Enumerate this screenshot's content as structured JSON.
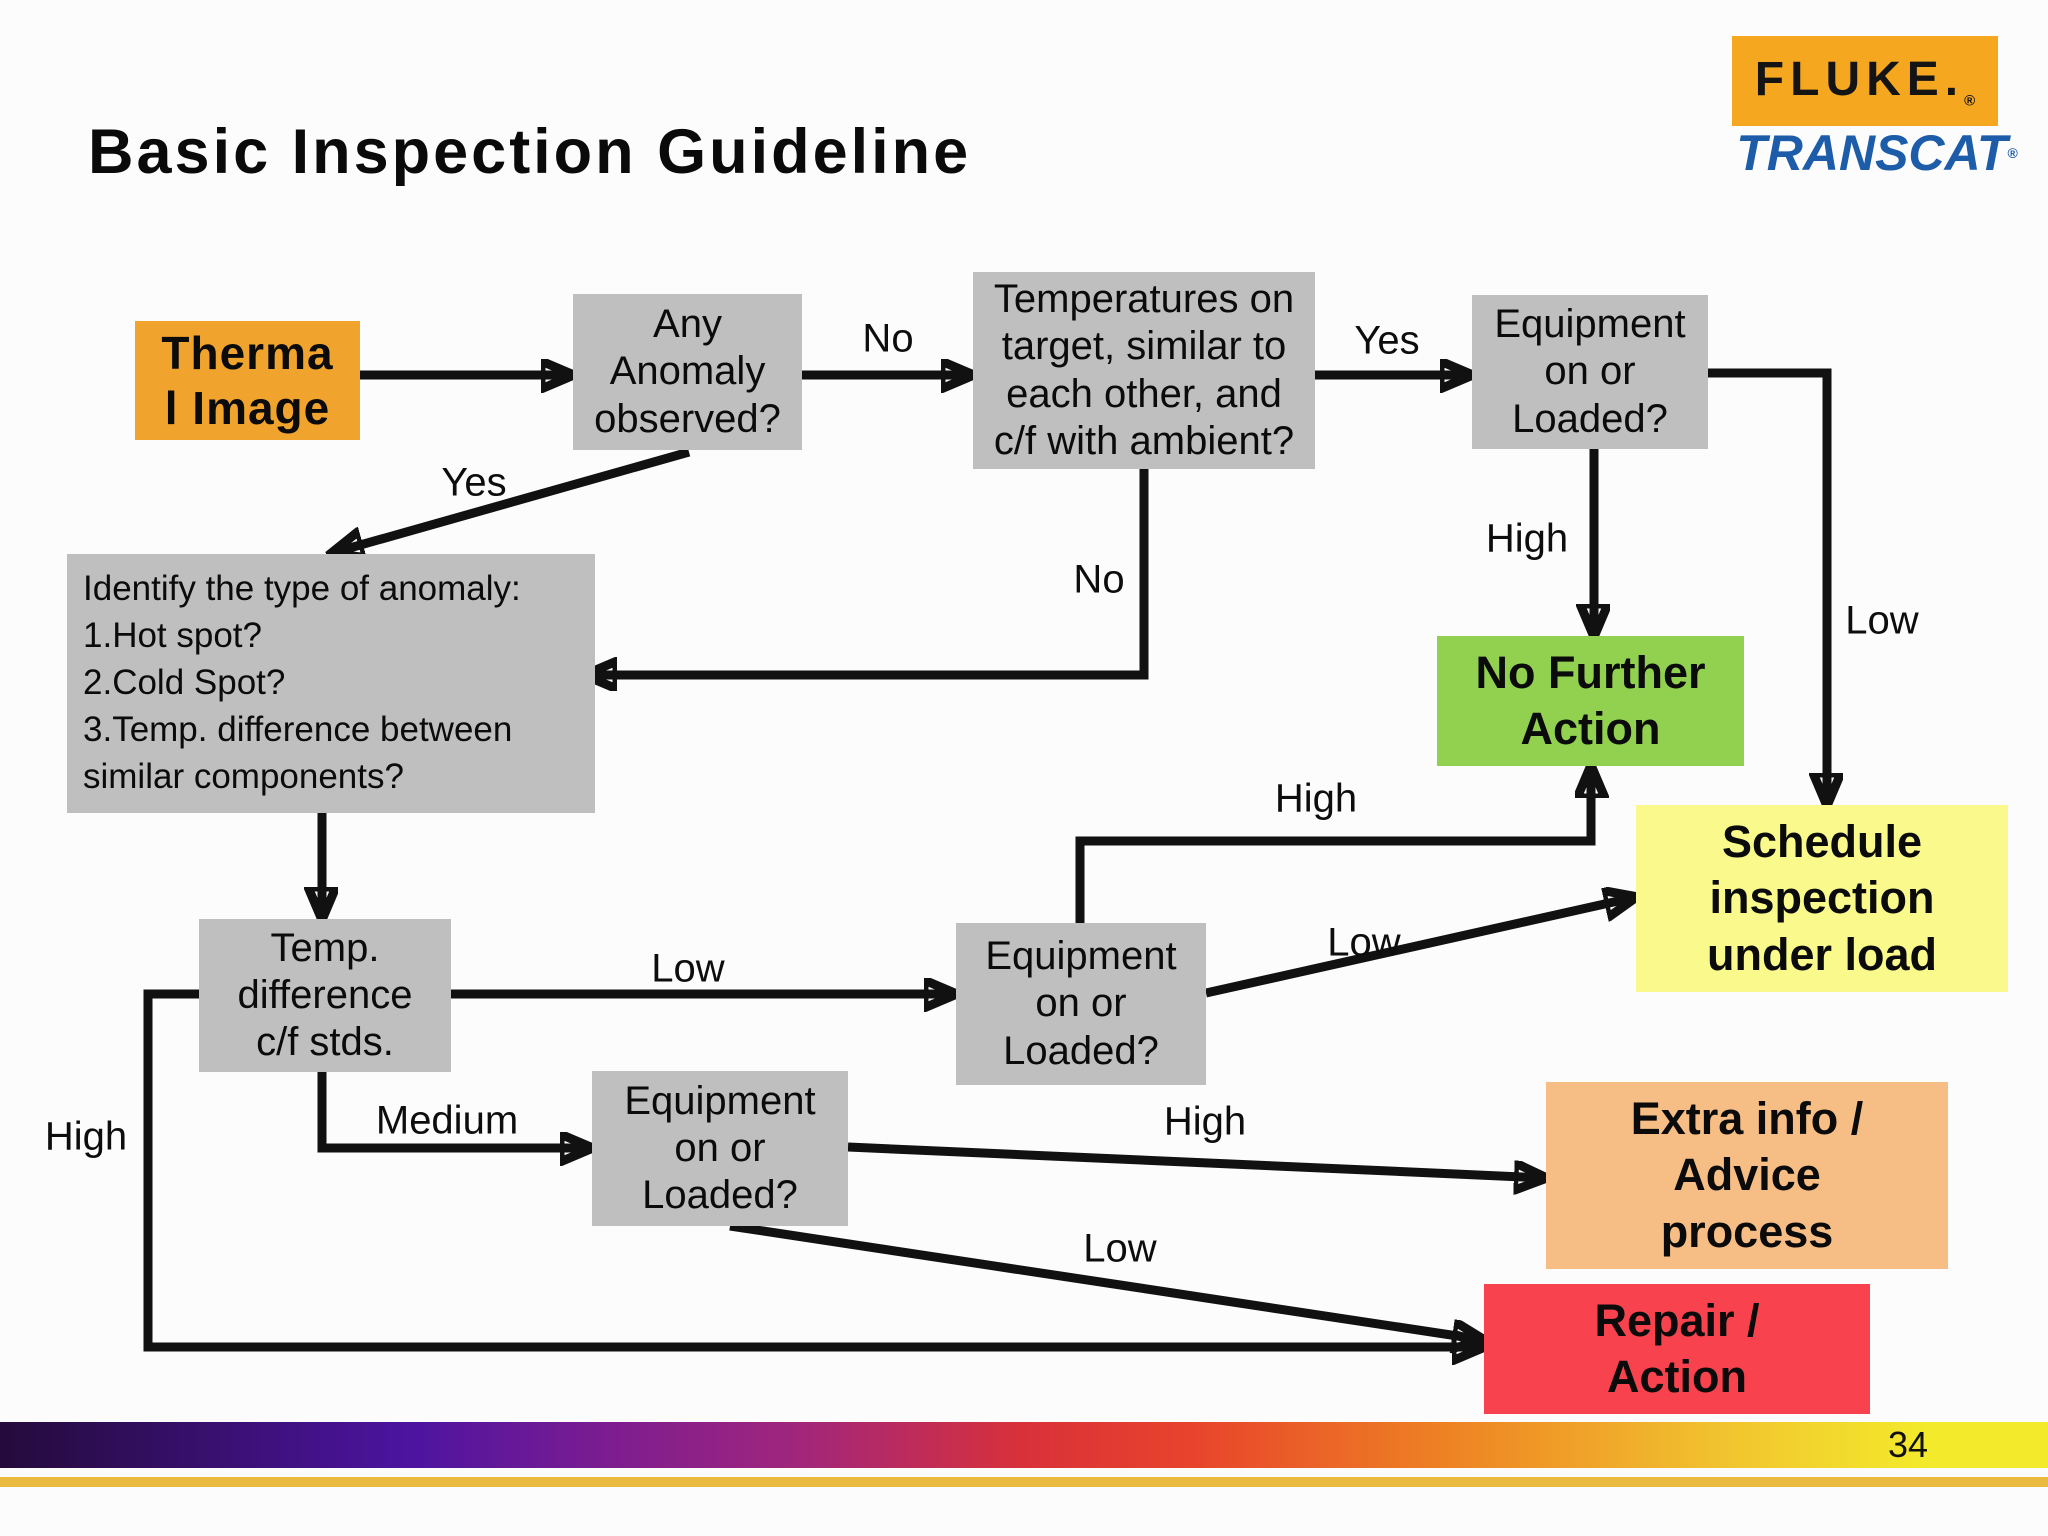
{
  "title": "Basic Inspection Guideline",
  "page_number": "34",
  "logos": {
    "fluke": "FLUKE.",
    "fluke_reg": "®",
    "transcat": "TRANSCAT",
    "transcat_reg": "®"
  },
  "colors": {
    "process_gray": "#BFBFBF",
    "start_orange": "#F0A42E",
    "no_further_green": "#92D050",
    "schedule_yellow": "#FAFA8C",
    "extra_info_peach": "#F6BE85",
    "repair_red": "#F8434E",
    "arrow_black": "#111111",
    "fluke_orange": "#F5A81F",
    "transcat_blue": "#1C5CA8",
    "gold_rule": "#E9BA3E"
  },
  "nodes": {
    "thermal": {
      "lines": [
        "Therma",
        "l Image"
      ]
    },
    "anomaly": {
      "lines": [
        "Any",
        "Anomaly",
        "observed?"
      ]
    },
    "temps": {
      "lines": [
        "Temperatures on",
        "target, similar to",
        "each other, and",
        "c/f with ambient?"
      ]
    },
    "equip_top": {
      "lines": [
        "Equipment",
        "on or",
        "Loaded?"
      ]
    },
    "identify": {
      "lines": [
        "Identify the type of anomaly:",
        "1.Hot spot?",
        "2.Cold Spot?",
        "3.Temp. difference between",
        "similar components?"
      ]
    },
    "no_further": {
      "lines": [
        "No Further",
        "Action"
      ]
    },
    "schedule": {
      "lines": [
        "Schedule",
        "inspection",
        "under load"
      ]
    },
    "temp_diff": {
      "lines": [
        "Temp.",
        "difference",
        "c/f stds."
      ]
    },
    "equip_mid": {
      "lines": [
        "Equipment",
        "on or",
        "Loaded?"
      ]
    },
    "equip_low": {
      "lines": [
        "Equipment",
        "on or",
        "Loaded?"
      ]
    },
    "extra_info": {
      "lines": [
        "Extra info /",
        "Advice",
        "process"
      ]
    },
    "repair": {
      "lines": [
        "Repair /",
        "Action"
      ]
    }
  },
  "edge_labels": {
    "no1": "No",
    "yes1": "Yes",
    "yes2": "Yes",
    "no2": "No",
    "high1": "High",
    "low1": "Low",
    "high2": "High",
    "low2": "Low",
    "low3": "Low",
    "medium": "Medium",
    "high3": "High",
    "low4": "Low",
    "high4": "High"
  }
}
